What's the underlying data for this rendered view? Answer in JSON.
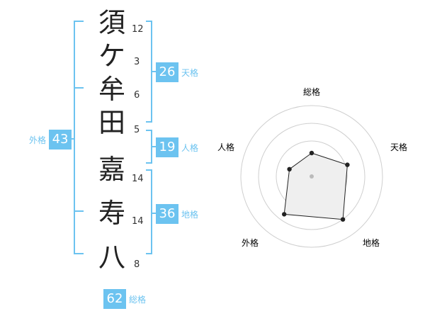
{
  "name": {
    "characters": [
      "須",
      "ケ",
      "牟",
      "田",
      "嘉",
      "寿",
      "八"
    ],
    "strokes": [
      "12",
      "3",
      "6",
      "5",
      "14",
      "14",
      "8"
    ]
  },
  "fortunes": {
    "tenkaku": {
      "value": "26",
      "label": "天格"
    },
    "jinkaku": {
      "value": "19",
      "label": "人格"
    },
    "chikaku": {
      "value": "36",
      "label": "地格"
    },
    "gaikaku": {
      "value": "43",
      "label": "外格"
    },
    "soukaku": {
      "value": "62",
      "label": "総格"
    }
  },
  "radar": {
    "axes": [
      "総格",
      "天格",
      "地格",
      "外格",
      "人格"
    ],
    "scores": [
      0.33,
      0.53,
      0.75,
      0.66,
      0.33
    ],
    "colors": {
      "ring": "#cfcfcf",
      "fill": "#efefef",
      "line": "#222222",
      "center": "#bbbbbb"
    }
  },
  "colors": {
    "accent": "#6cc3f0"
  }
}
